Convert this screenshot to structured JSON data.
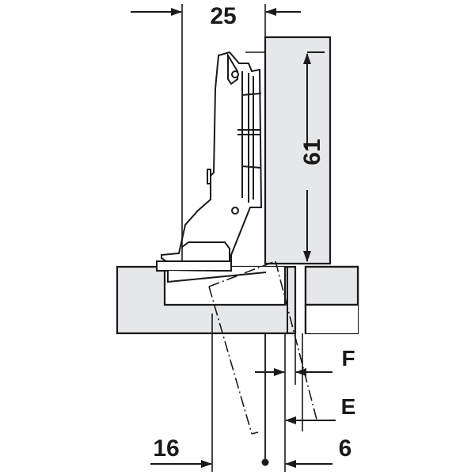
{
  "diagram": {
    "dimensions": {
      "top_width": "25",
      "height": "61",
      "label_f": "F",
      "label_e": "E",
      "bottom_left": "16",
      "bottom_right": "6"
    },
    "colors": {
      "panel_fill": "#e6e7e9",
      "line": "#1a1a1a",
      "background": "#ffffff"
    }
  }
}
